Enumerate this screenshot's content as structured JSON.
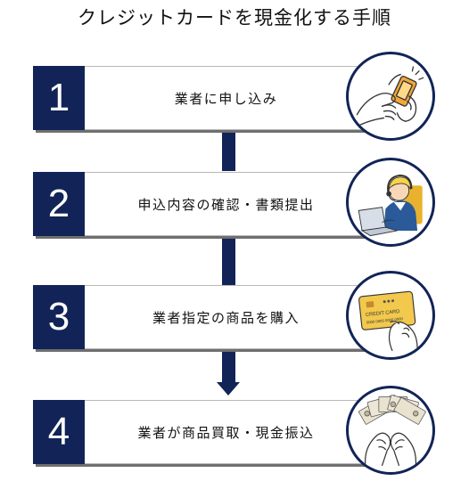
{
  "title": "クレジットカードを現金化する手順",
  "steps": [
    {
      "number": "1",
      "label": "業者に申し込み",
      "icon": "smartphone-hands-icon"
    },
    {
      "number": "2",
      "label": "申込内容の確認・書類提出",
      "icon": "call-center-operator-icon"
    },
    {
      "number": "3",
      "label": "業者指定の商品を購入",
      "icon": "credit-card-hand-icon"
    },
    {
      "number": "4",
      "label": "業者が商品買取・現金振込",
      "icon": "cash-bills-hands-icon"
    }
  ],
  "card": {
    "brand_text": "CREDIT CARD",
    "number_text": "0000 0000 0000 0000"
  },
  "colors": {
    "navy": "#122457",
    "shadow": "#6f6f6f",
    "card_yellow": "#f2c94c",
    "headset_yellow": "#f5d44a"
  }
}
